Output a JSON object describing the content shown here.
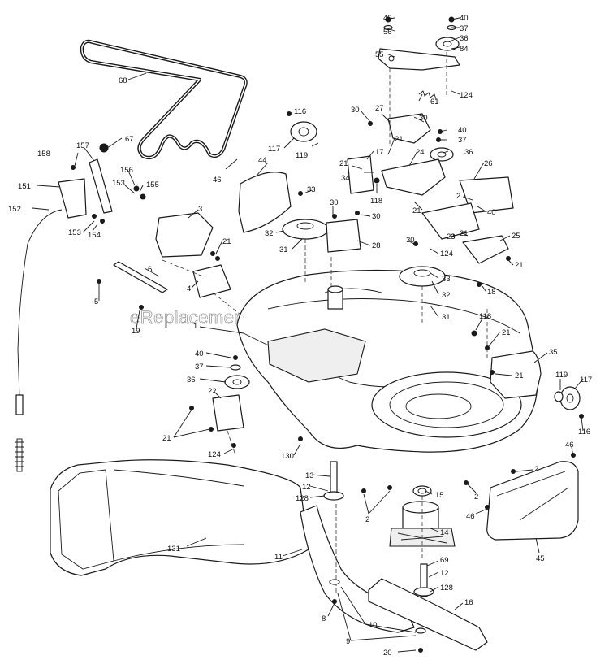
{
  "watermark": "eReplacementParts.com",
  "callouts": [
    {
      "id": "c-68",
      "text": "68"
    },
    {
      "id": "c-40a",
      "text": "40"
    },
    {
      "id": "c-56",
      "text": "56"
    },
    {
      "id": "c-40b",
      "text": "40"
    },
    {
      "id": "c-37a",
      "text": "37"
    },
    {
      "id": "c-36a",
      "text": "36"
    },
    {
      "id": "c-84",
      "text": "84"
    },
    {
      "id": "c-55",
      "text": "55"
    },
    {
      "id": "c-124a",
      "text": "124"
    },
    {
      "id": "c-61",
      "text": "61"
    },
    {
      "id": "c-116a",
      "text": "116"
    },
    {
      "id": "c-30a",
      "text": "30"
    },
    {
      "id": "c-27",
      "text": "27"
    },
    {
      "id": "c-30b",
      "text": "30"
    },
    {
      "id": "c-40c",
      "text": "40"
    },
    {
      "id": "c-37b",
      "text": "37"
    },
    {
      "id": "c-36b",
      "text": "36"
    },
    {
      "id": "c-117a",
      "text": "117"
    },
    {
      "id": "c-119a",
      "text": "119"
    },
    {
      "id": "c-17",
      "text": "17"
    },
    {
      "id": "c-21a",
      "text": "21"
    },
    {
      "id": "c-24",
      "text": "24"
    },
    {
      "id": "c-26",
      "text": "26"
    },
    {
      "id": "c-158",
      "text": "158"
    },
    {
      "id": "c-157",
      "text": "157"
    },
    {
      "id": "c-67",
      "text": "67"
    },
    {
      "id": "c-46a",
      "text": "46"
    },
    {
      "id": "c-44",
      "text": "44"
    },
    {
      "id": "c-21b",
      "text": "21"
    },
    {
      "id": "c-34",
      "text": "34"
    },
    {
      "id": "c-118a",
      "text": "118"
    },
    {
      "id": "c-2a",
      "text": "2"
    },
    {
      "id": "c-40d",
      "text": "40"
    },
    {
      "id": "c-21c",
      "text": "21"
    },
    {
      "id": "c-151",
      "text": "151"
    },
    {
      "id": "c-156",
      "text": "156"
    },
    {
      "id": "c-153a",
      "text": "153"
    },
    {
      "id": "c-155",
      "text": "155"
    },
    {
      "id": "c-33a",
      "text": "33"
    },
    {
      "id": "c-30c",
      "text": "30"
    },
    {
      "id": "c-30d",
      "text": "30"
    },
    {
      "id": "c-152",
      "text": "152"
    },
    {
      "id": "c-153b",
      "text": "153"
    },
    {
      "id": "c-154",
      "text": "154"
    },
    {
      "id": "c-3",
      "text": "3"
    },
    {
      "id": "c-32a",
      "text": "32"
    },
    {
      "id": "c-23",
      "text": "23"
    },
    {
      "id": "c-21d",
      "text": "21"
    },
    {
      "id": "c-25",
      "text": "25"
    },
    {
      "id": "c-21e",
      "text": "21"
    },
    {
      "id": "c-28",
      "text": "28"
    },
    {
      "id": "c-30e",
      "text": "30"
    },
    {
      "id": "c-124b",
      "text": "124"
    },
    {
      "id": "c-21f",
      "text": "21"
    },
    {
      "id": "c-31a",
      "text": "31"
    },
    {
      "id": "c-6",
      "text": "6"
    },
    {
      "id": "c-33b",
      "text": "33"
    },
    {
      "id": "c-18",
      "text": "18"
    },
    {
      "id": "c-4",
      "text": "4"
    },
    {
      "id": "c-32b",
      "text": "32"
    },
    {
      "id": "c-5",
      "text": "5"
    },
    {
      "id": "c-31b",
      "text": "31"
    },
    {
      "id": "c-19",
      "text": "19"
    },
    {
      "id": "c-1",
      "text": "1"
    },
    {
      "id": "c-118b",
      "text": "118"
    },
    {
      "id": "c-21g",
      "text": "21"
    },
    {
      "id": "c-40e",
      "text": "40"
    },
    {
      "id": "c-37c",
      "text": "37"
    },
    {
      "id": "c-35",
      "text": "35"
    },
    {
      "id": "c-36c",
      "text": "36"
    },
    {
      "id": "c-21h",
      "text": "21"
    },
    {
      "id": "c-119b",
      "text": "119"
    },
    {
      "id": "c-117b",
      "text": "117"
    },
    {
      "id": "c-22",
      "text": "22"
    },
    {
      "id": "c-116b",
      "text": "116"
    },
    {
      "id": "c-21i",
      "text": "21"
    },
    {
      "id": "c-124c",
      "text": "124"
    },
    {
      "id": "c-130",
      "text": "130"
    },
    {
      "id": "c-46b",
      "text": "46"
    },
    {
      "id": "c-2b",
      "text": "2"
    },
    {
      "id": "c-13",
      "text": "13"
    },
    {
      "id": "c-12a",
      "text": "12"
    },
    {
      "id": "c-128a",
      "text": "128"
    },
    {
      "id": "c-15",
      "text": "15"
    },
    {
      "id": "c-2c",
      "text": "2"
    },
    {
      "id": "c-2d",
      "text": "2"
    },
    {
      "id": "c-46c",
      "text": "46"
    },
    {
      "id": "c-14",
      "text": "14"
    },
    {
      "id": "c-131",
      "text": "131"
    },
    {
      "id": "c-11",
      "text": "11"
    },
    {
      "id": "c-45",
      "text": "45"
    },
    {
      "id": "c-69",
      "text": "69"
    },
    {
      "id": "c-12b",
      "text": "12"
    },
    {
      "id": "c-128b",
      "text": "128"
    },
    {
      "id": "c-16",
      "text": "16"
    },
    {
      "id": "c-8",
      "text": "8"
    },
    {
      "id": "c-10",
      "text": "10"
    },
    {
      "id": "c-9",
      "text": "9"
    },
    {
      "id": "c-20",
      "text": "20"
    }
  ]
}
